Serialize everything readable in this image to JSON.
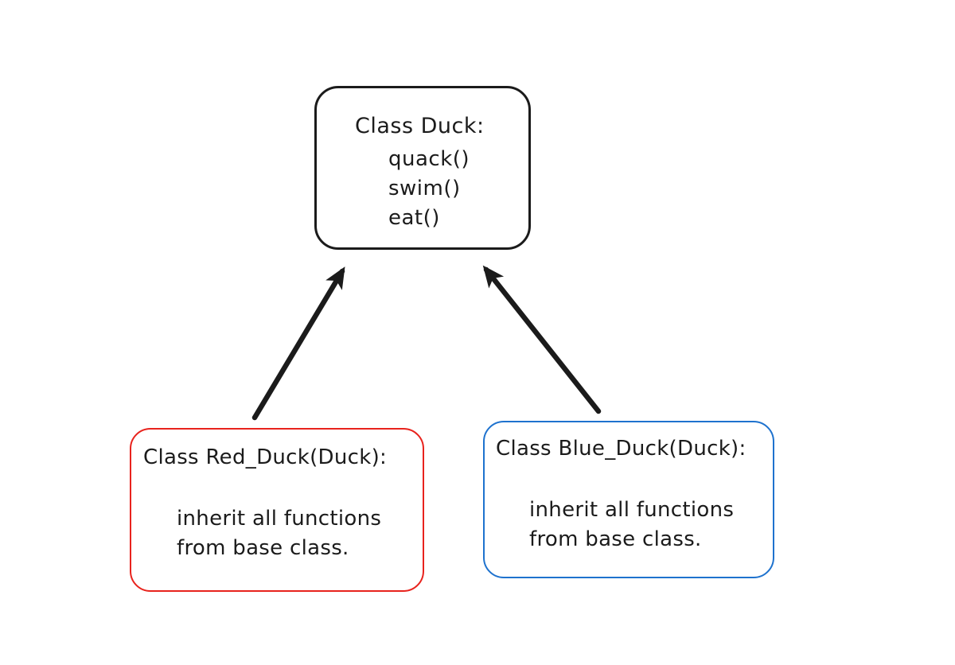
{
  "base_class": {
    "title": "Class Duck:",
    "methods": [
      "quack()",
      "swim()",
      "eat()"
    ]
  },
  "subclasses": [
    {
      "id": "red-duck",
      "title": "Class Red_Duck(Duck):",
      "body_lines": [
        "inherit all functions",
        "from base class."
      ]
    },
    {
      "id": "blue-duck",
      "title": "Class Blue_Duck(Duck):",
      "body_lines": [
        "inherit all functions",
        "from base class."
      ]
    }
  ],
  "colors": {
    "ink": "#1b1b1b",
    "red": "#e8231d",
    "blue": "#1e72ce"
  }
}
